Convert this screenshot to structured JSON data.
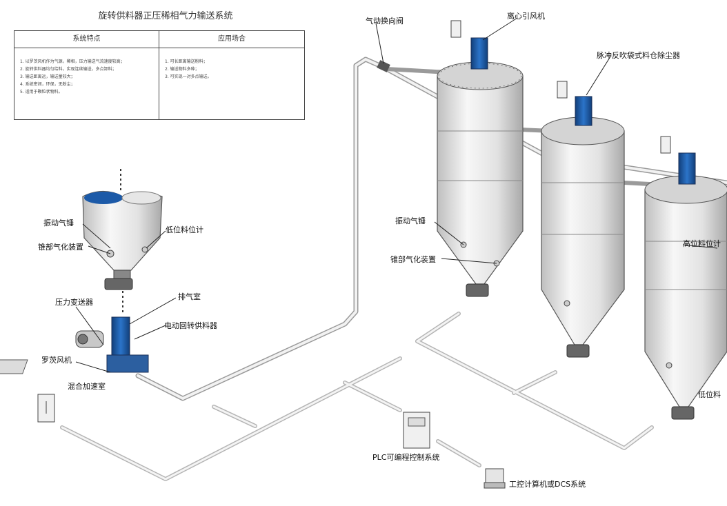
{
  "title": "旋转供料器正压稀相气力输送系统",
  "table": {
    "left_header": "系统特点",
    "right_header": "应用场合",
    "left_items": [
      "1. 以罗茨风机作为气源，稀相，压力输送气流速度较高；",
      "2. 旋转供料器均匀给料，实现连续输送，多点卸料；",
      "3. 输送距离远，输送量较大；",
      "4. 系统密闭，环保，无粉尘；",
      "5. 适用于颗粒状物料。"
    ],
    "right_items": [
      "1. 可长距离输送粉料；",
      "2. 输送物料多种；",
      "3. 可实现一对多点输送。"
    ]
  },
  "labels": {
    "diverter_valve": "气动换向阀",
    "induced_fan": "离心引风机",
    "pulse_filter": "脉冲反吹袋式料仓除尘器",
    "vibrator_left": "振动气锤",
    "fluidizer_left": "锥部气化装置",
    "low_level_left": "低位料位计",
    "pressure_transmitter": "压力变送器",
    "vent_chamber": "排气室",
    "rotary_feeder": "电动回转供料器",
    "roots_blower": "罗茨风机",
    "mixing_chamber": "混合加速室",
    "vibrator_right": "振动气锤",
    "fluidizer_right": "锥部气化装置",
    "high_level": "高位料位计",
    "low_level_right": "低位料",
    "plc": "PLC可编程控制系统",
    "ipc": "工控计算机或DCS系统"
  },
  "colors": {
    "silo_fill": "#e8e8e8",
    "silo_stroke": "#555555",
    "pipe": "#d9d9d9",
    "accent_blue": "#1c5aa8"
  }
}
